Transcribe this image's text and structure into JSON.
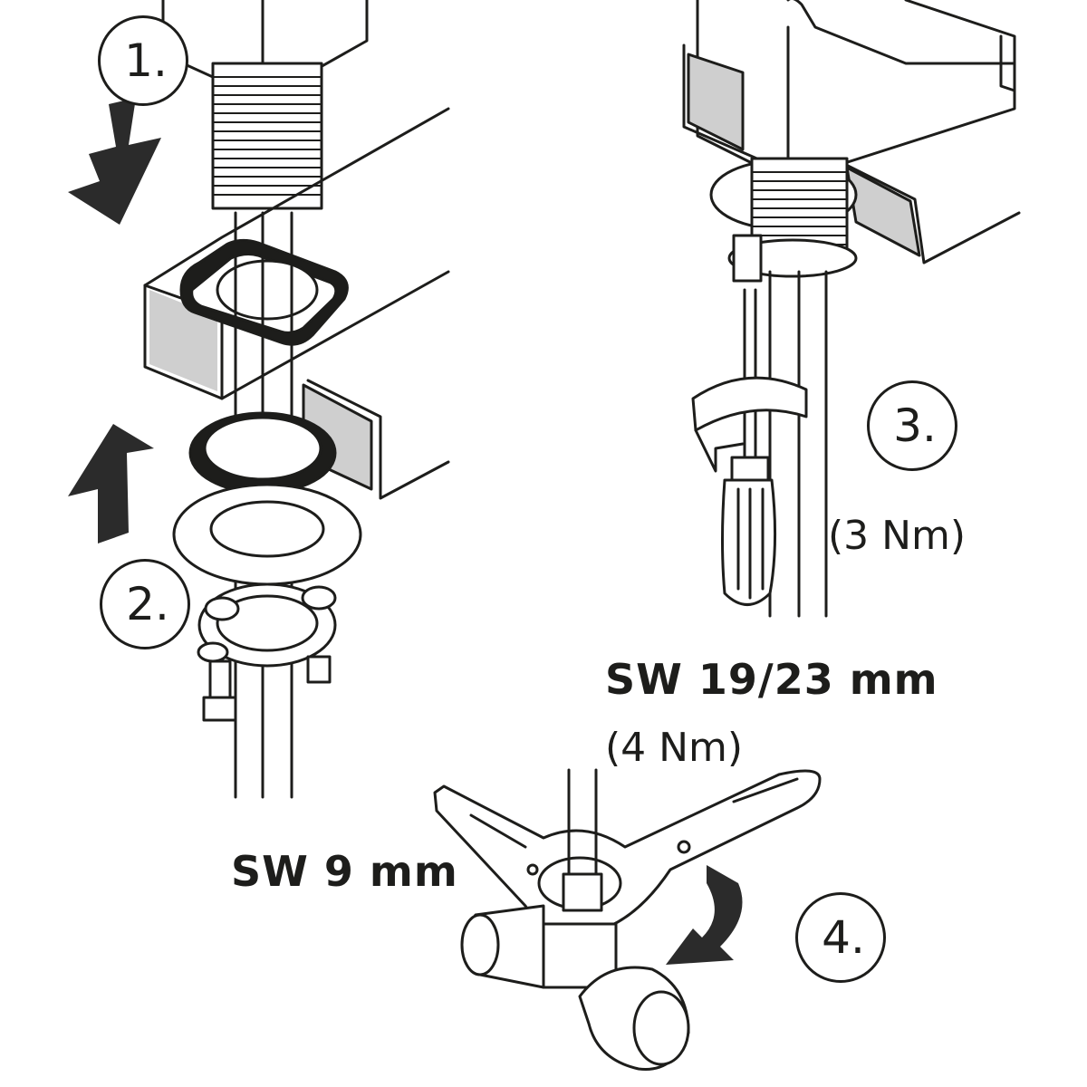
{
  "steps": [
    "1.",
    "2.",
    "3.",
    "4."
  ],
  "labels": {
    "torque_step3": "(3 Nm)",
    "wrench_size_large": "SW 19/23 mm",
    "torque_step4": "(4 Nm)",
    "wrench_size_small": "SW 9 mm"
  },
  "colors": {
    "line": "#1d1d1b",
    "shade": "#cfcfcf",
    "arrow": "#2b2b2b",
    "background": "#ffffff"
  }
}
